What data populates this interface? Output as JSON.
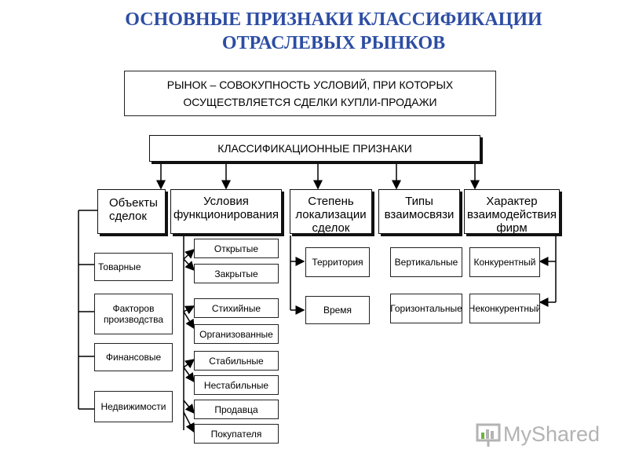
{
  "title": {
    "line1": "ОСНОВНЫЕ ПРИЗНАКИ КЛАССИФИКАЦИИ",
    "line2": "ОТРАСЛЕВЫХ РЫНКОВ"
  },
  "definition": {
    "line1": "РЫНОК – СОВОКУПНОСТЬ УСЛОВИЙ, ПРИ КОТОРЫХ",
    "line2": "ОСУЩЕСТВЛЯЕТСЯ СДЕЛКИ КУПЛИ-ПРОДАЖИ"
  },
  "root": "КЛАССИФИКАЦИОННЫЕ ПРИЗНАКИ",
  "categories": [
    {
      "label": "Объекты сделок"
    },
    {
      "label": "Условия функционирования"
    },
    {
      "label": "Степень локализации сделок"
    },
    {
      "label": "Типы взаимосвязи"
    },
    {
      "label": "Характер взаимодействия фирм"
    }
  ],
  "objects": [
    "Товарные",
    "Факторов производства",
    "Финансовые",
    "Недвижимости"
  ],
  "conditions": [
    "Открытые",
    "Закрытые",
    "Стихийные",
    "Организованные",
    "Стабильные",
    "Нестабильные",
    "Продавца",
    "Покупателя"
  ],
  "localization": [
    "Территория",
    "Время"
  ],
  "links": [
    "Вертикальные",
    "Горизонтальные"
  ],
  "interaction": [
    "Конкурентный",
    "Неконкурентный"
  ],
  "watermark": "MyShared",
  "colors": {
    "title": "#2d4da3",
    "watermark": "#b3b3b3"
  }
}
